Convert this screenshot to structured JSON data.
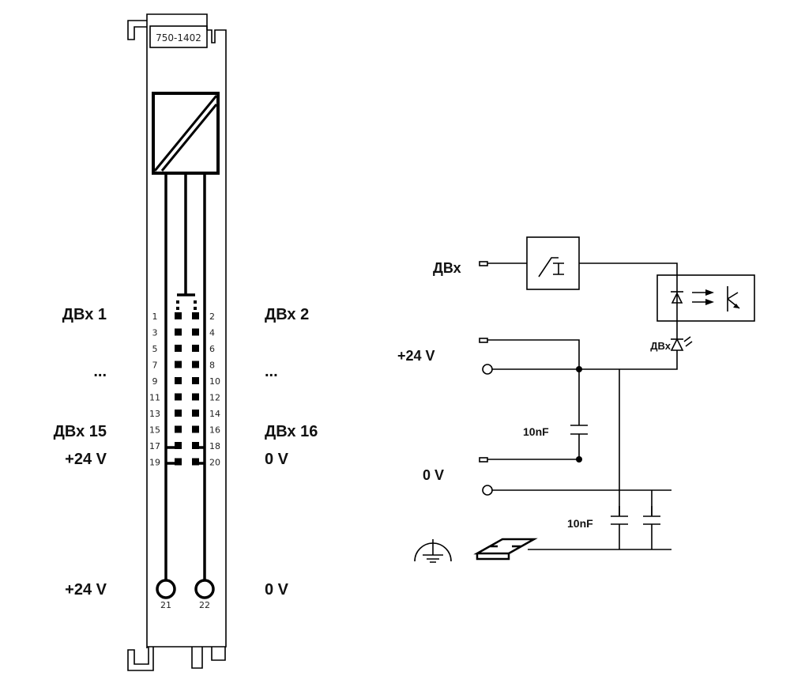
{
  "module": {
    "part_number": "750-1402",
    "pins_left": [
      "1",
      "3",
      "5",
      "7",
      "9",
      "11",
      "13",
      "15",
      "17",
      "19"
    ],
    "pins_right": [
      "2",
      "4",
      "6",
      "8",
      "10",
      "12",
      "14",
      "16",
      "18",
      "20"
    ],
    "bottom_pins": [
      "21",
      "22"
    ]
  },
  "left_labels": {
    "di1": "ДВх 1",
    "dots": "...",
    "di15": "ДВх 15",
    "v24": "+24 V",
    "v24_bottom": "+24 V"
  },
  "right_labels": {
    "di2": "ДВх 2",
    "dots": "...",
    "di16": "ДВх 16",
    "v0": "0 V",
    "v0_bottom": "0 V"
  },
  "schematic": {
    "input_label": "ДВх",
    "led_label": "ДВх",
    "v24_label": "+24 V",
    "v0_label": "0 V",
    "cap1_label": "10nF",
    "cap2_label": "10nF"
  }
}
